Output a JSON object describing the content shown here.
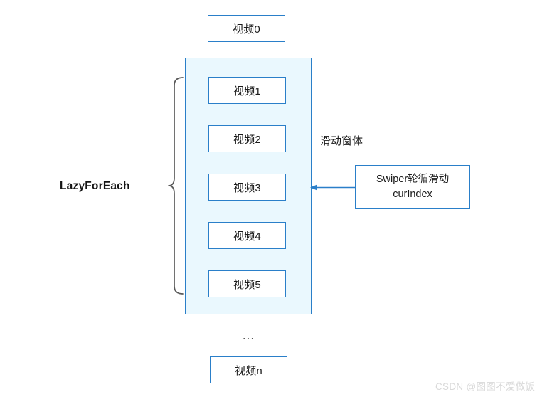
{
  "diagram": {
    "title_label": "LazyForEach",
    "window_label": "滑动窗体",
    "ellipsis": "...",
    "items_outside": [
      {
        "name": "video-0",
        "label": "视频0"
      },
      {
        "name": "video-n",
        "label": "视频n"
      }
    ],
    "items_inside": [
      {
        "name": "video-1",
        "label": "视频1"
      },
      {
        "name": "video-2",
        "label": "视频2"
      },
      {
        "name": "video-3",
        "label": "视频3"
      },
      {
        "name": "video-4",
        "label": "视频4"
      },
      {
        "name": "video-5",
        "label": "视频5"
      }
    ],
    "swiper": {
      "line1": "Swiper轮循滑动",
      "line2": "curIndex"
    },
    "watermark": "CSDN @图图不爱做饭",
    "colors": {
      "border_blue": "#2a7fc9",
      "window_fill": "#eaf8fe",
      "box_fill": "#ffffff",
      "brace_gray": "#595959",
      "text": "#1b1b1b",
      "watermark": "#d9d9d9",
      "page_background": "#ffffff"
    }
  }
}
